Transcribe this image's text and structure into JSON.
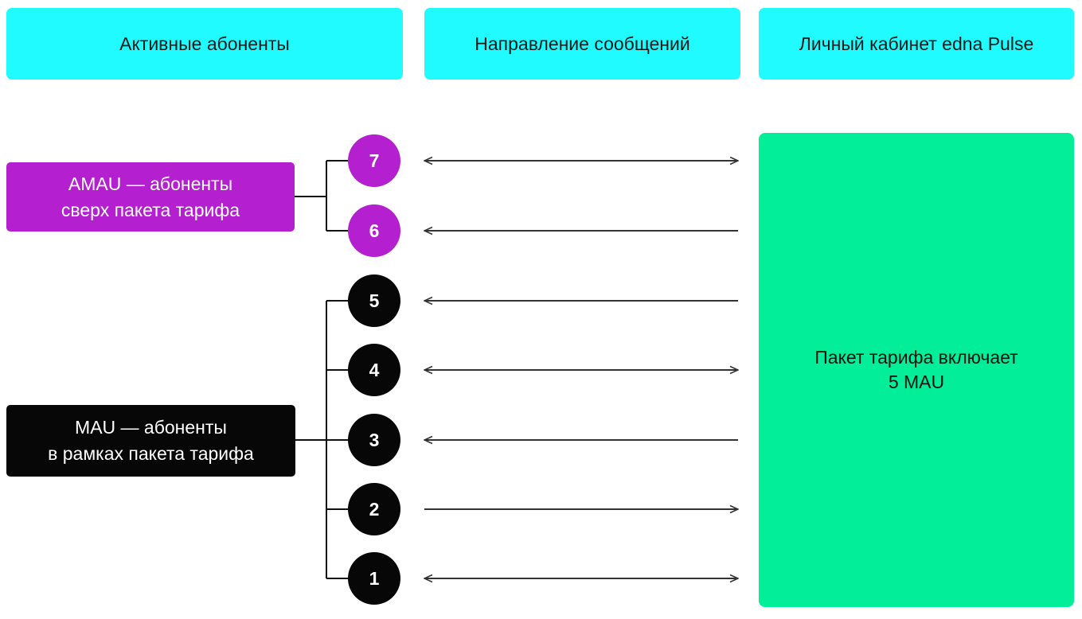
{
  "headers": {
    "active_subscribers": "Активные абоненты",
    "message_direction": "Направление сообщений",
    "personal_account": "Личный кабинет edna Pulse"
  },
  "groups": {
    "amau": "AMAU — абоненты\nсверх пакета тарифа",
    "mau": "MAU — абоненты\nв рамках пакета тарифа"
  },
  "subscribers": [
    {
      "number": "7",
      "group": "amau",
      "direction": "both"
    },
    {
      "number": "6",
      "group": "amau",
      "direction": "incoming"
    },
    {
      "number": "5",
      "group": "mau",
      "direction": "incoming"
    },
    {
      "number": "4",
      "group": "mau",
      "direction": "both"
    },
    {
      "number": "3",
      "group": "mau",
      "direction": "incoming"
    },
    {
      "number": "2",
      "group": "mau",
      "direction": "outgoing"
    },
    {
      "number": "1",
      "group": "mau",
      "direction": "both"
    }
  ],
  "cabinet": {
    "text": "Пакет тарифа включает\n5 MAU"
  },
  "colors": {
    "header": "#1ffbff",
    "amau": "#b420d0",
    "mau": "#070707",
    "cabinet": "#02ee98",
    "line": "#333333"
  }
}
